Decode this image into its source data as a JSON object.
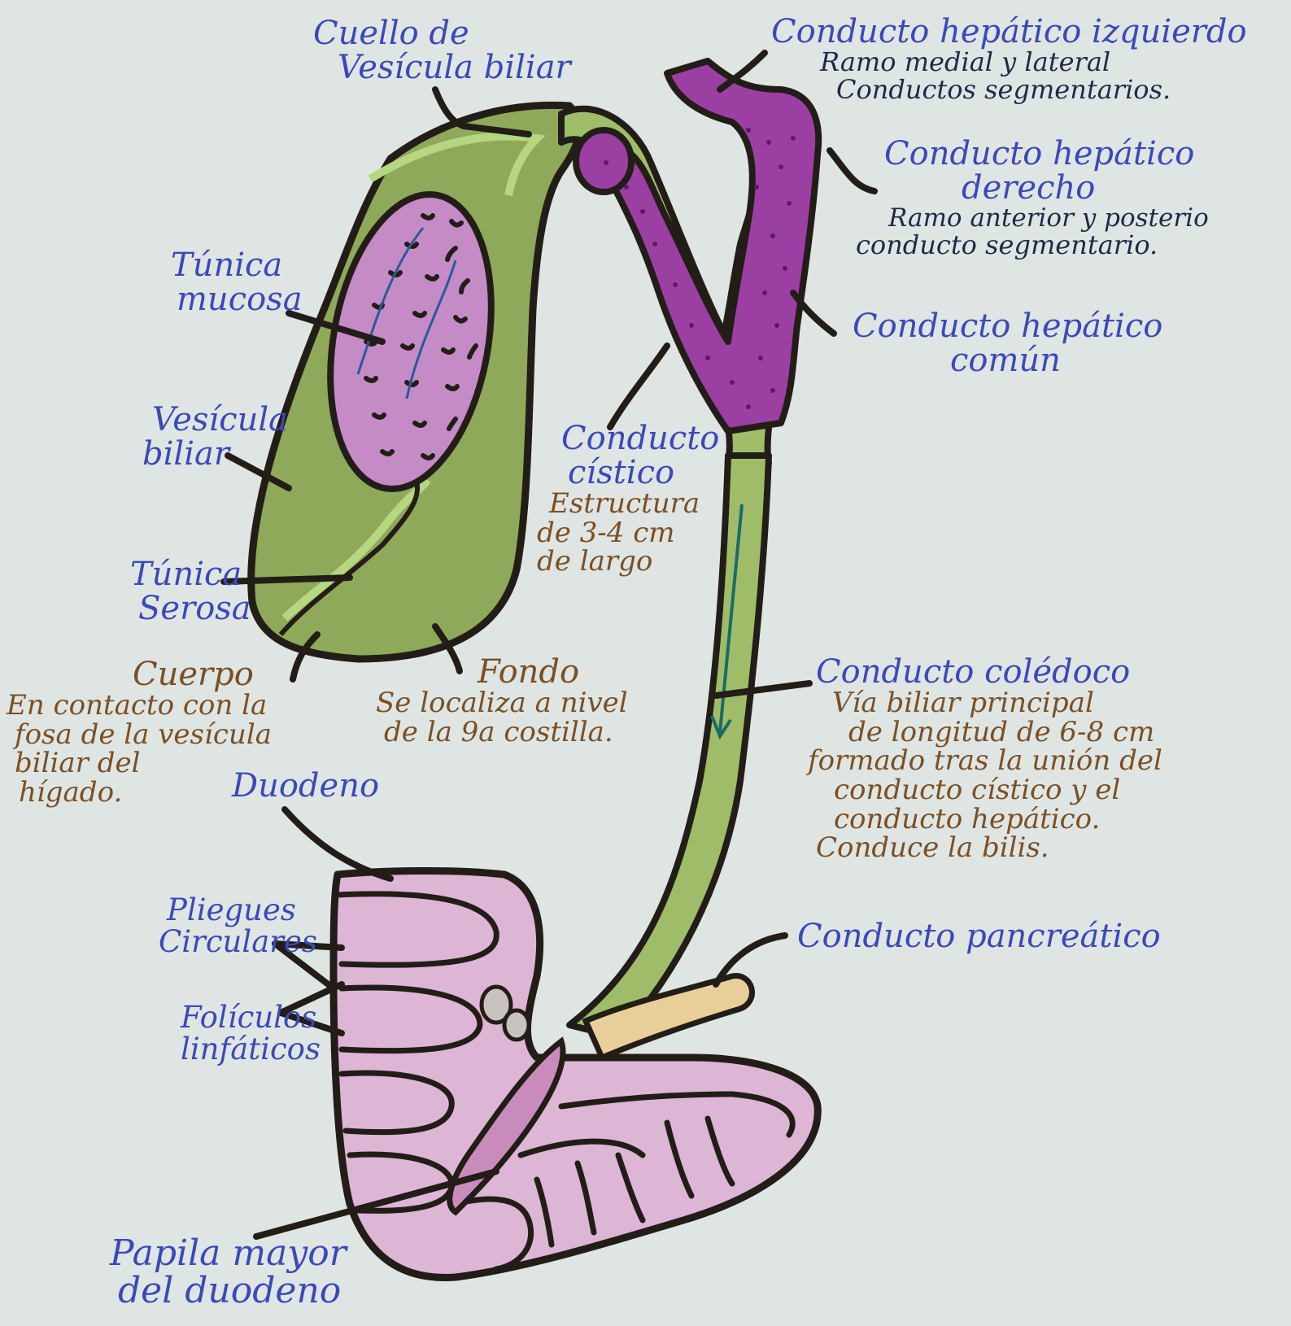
{
  "labels": {
    "cuello": [
      "Cuello de",
      "Vesícula biliar"
    ],
    "hepatico_izq": {
      "title": "Conducto hepático izquierdo",
      "desc": [
        "Ramo medial y lateral",
        "Conductos segmentarios."
      ]
    },
    "hepatico_der": {
      "title": [
        "Conducto hepático",
        "derecho"
      ],
      "desc": [
        "Ramo anterior y posterio",
        "conducto segmentario."
      ]
    },
    "hepatico_comun": [
      "Conducto hepático",
      "común"
    ],
    "tunica_mucosa": [
      "Túnica",
      "mucosa"
    ],
    "vesicula": [
      "Vesícula",
      "biliar"
    ],
    "cistico": {
      "title": [
        "Conducto",
        "cístico"
      ],
      "desc": [
        "Estructura",
        "de 3-4 cm",
        "de largo"
      ]
    },
    "tunica_serosa": [
      "Túnica",
      "Serosa"
    ],
    "cuerpo": {
      "title": "Cuerpo",
      "desc": [
        "En contacto con la",
        "fosa de la vesícula",
        "biliar del",
        "hígado."
      ]
    },
    "fondo": {
      "title": "Fondo",
      "desc": [
        "Se localiza a nivel",
        "de la 9a costilla."
      ]
    },
    "coledoco": {
      "title": "Conducto colédoco",
      "desc": [
        "Vía biliar principal",
        "de longitud de 6-8 cm",
        "formado tras la unión del",
        "conducto cístico y el",
        "conducto hepático.",
        "Conduce la bilis."
      ]
    },
    "duodeno": "Duodeno",
    "pliegues": [
      "Pliegues",
      "Circulares"
    ],
    "foliculos": [
      "Folículos",
      "linfáticos"
    ],
    "pancreatico": "Conducto pancreático",
    "papila": [
      "Papila mayor",
      "del duodeno"
    ]
  },
  "colors": {
    "paper": "#dfe5e3",
    "outline": "#231d18",
    "gallbladder_green": "#8ea95a",
    "duct_green": "#9fbd68",
    "mucosa_pink": "#c48bc6",
    "hepatic_purple": "#9c3fa2",
    "duodenum_pink": "#dcb6d4",
    "pancreatic_tan": "#e8cf9a",
    "label_blue": "#3b49b8",
    "label_brown": "#7a5024"
  }
}
